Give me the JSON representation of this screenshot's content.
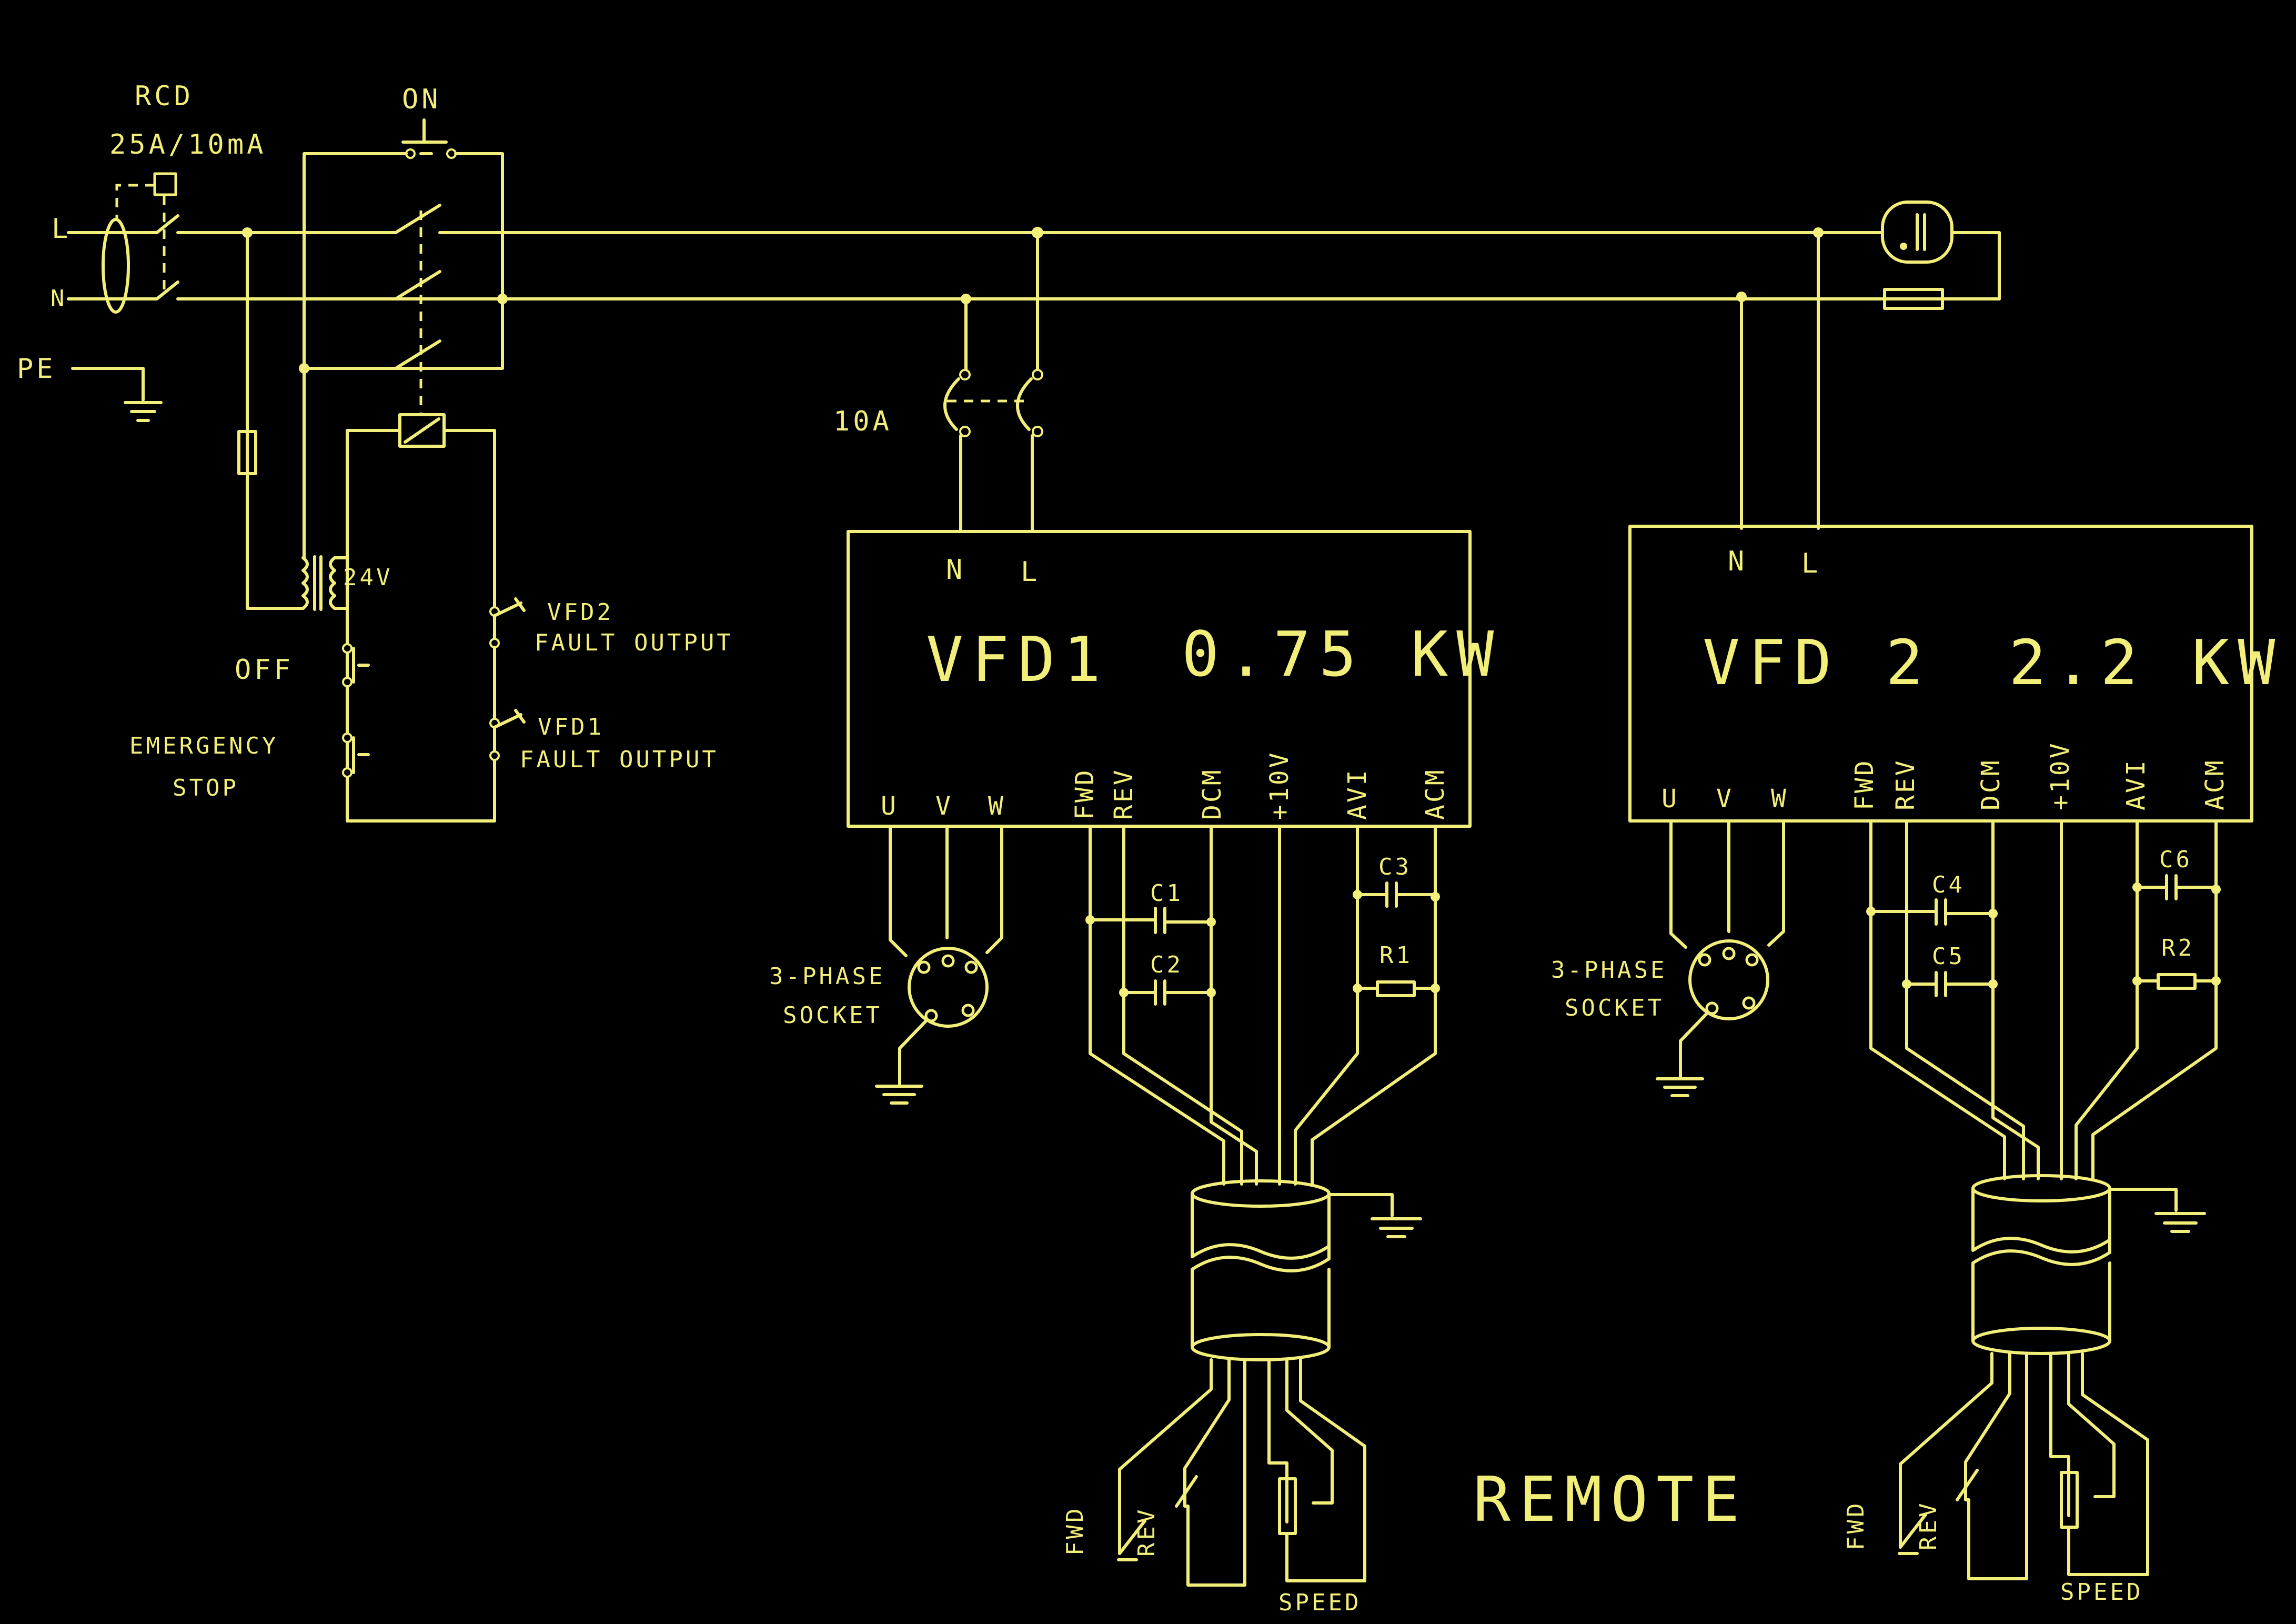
{
  "supply": {
    "line": "L",
    "neutral": "N",
    "earth": "PE"
  },
  "rcd": {
    "name": "RCD",
    "rating": "25A/10mA"
  },
  "contactor": {
    "on_label": "ON",
    "off_label": "OFF",
    "estop_label_1": "EMERGENCY",
    "estop_label_2": "STOP",
    "transformer_voltage": "24V",
    "fault2_line1": "VFD2",
    "fault2_line2": "FAULT  OUTPUT",
    "fault1_line1": "VFD1",
    "fault1_line2": "FAULT  OUTPUT"
  },
  "breaker": {
    "rating": "10A"
  },
  "vfd1": {
    "title": "VFD1",
    "power": "0.75 KW",
    "in_n": "N",
    "in_l": "L",
    "out_u": "U",
    "out_v": "V",
    "out_w": "W",
    "t_fwd": "FWD",
    "t_rev": "REV",
    "t_dcm": "DCM",
    "t_10v": "+10V",
    "t_avi": "AVI",
    "t_acm": "ACM",
    "c_a": "C1",
    "c_b": "C2",
    "c_c": "C3",
    "r": "R1"
  },
  "vfd2": {
    "title": "VFD 2",
    "power": "2.2 KW",
    "in_n": "N",
    "in_l": "L",
    "out_u": "U",
    "out_v": "V",
    "out_w": "W",
    "t_fwd": "FWD",
    "t_rev": "REV",
    "t_dcm": "DCM",
    "t_10v": "+10V",
    "t_avi": "AVI",
    "t_acm": "ACM",
    "c_a": "C4",
    "c_b": "C5",
    "c_c": "C6",
    "r": "R2"
  },
  "socket1": {
    "line1": "3-PHASE",
    "line2": "SOCKET"
  },
  "socket2": {
    "line1": "3-PHASE",
    "line2": "SOCKET"
  },
  "remote1": {
    "fwd": "FWD",
    "rev": "REV",
    "speed": "SPEED"
  },
  "remote2": {
    "fwd": "FWD",
    "rev": "REV",
    "speed": "SPEED"
  },
  "remote_title": "REMOTE",
  "colors": {
    "background": "#000000",
    "ink": "#f2ee7a"
  }
}
